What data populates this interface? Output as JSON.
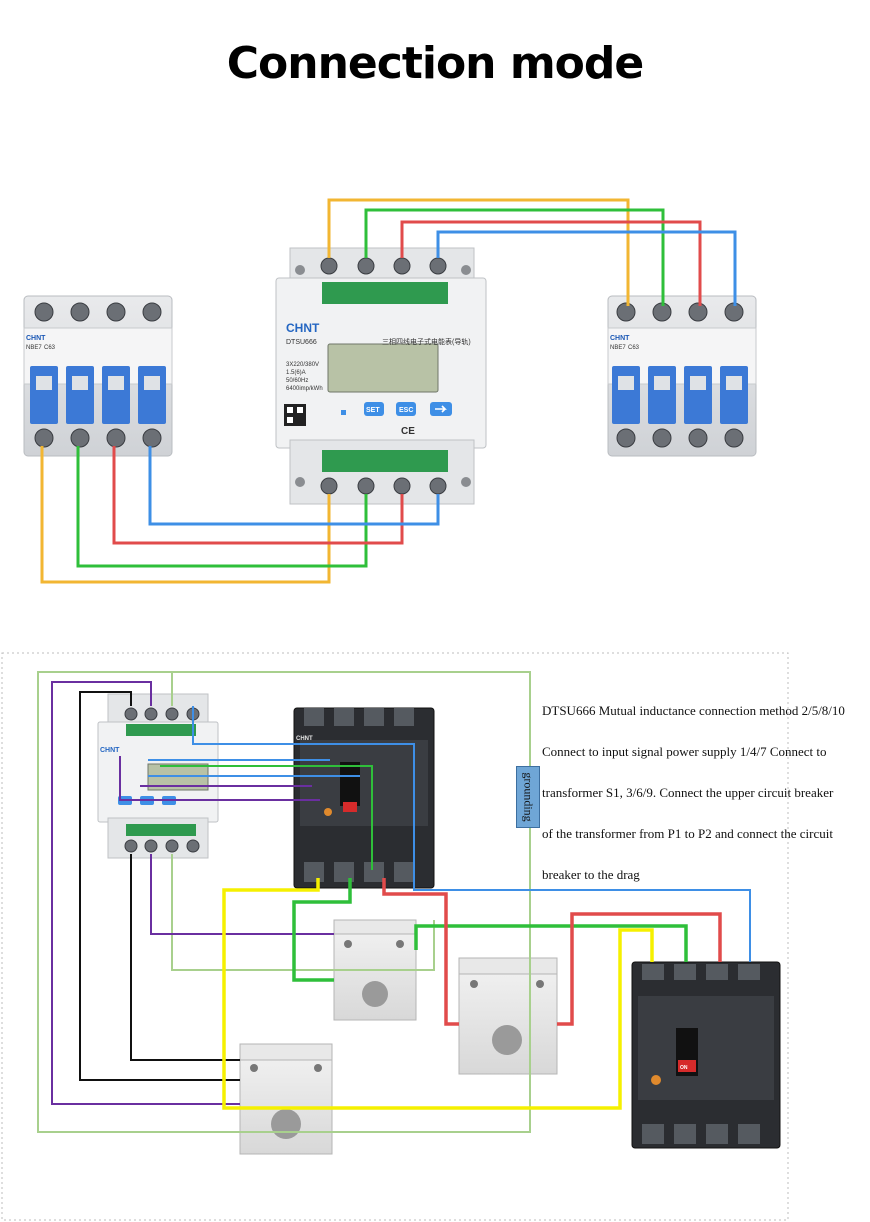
{
  "title": "Connection mode",
  "colors": {
    "yellow_wire": "#f2b632",
    "green_wire": "#2fbf3a",
    "red_wire": "#e14b4b",
    "blue_wire": "#3e8fe6",
    "purple_wire": "#6a2fa0",
    "black_wire": "#111111",
    "lightgreen_wire": "#a8d08d",
    "bright_yellow_wire": "#f5f000",
    "breaker_blue": "#3c79d6"
  },
  "meter": {
    "brand": "CHNT",
    "model": "DTSU666",
    "name_cn": "三相四线电子式电能表(导轨)",
    "specs": [
      "3X220/380V",
      "1.5(6)A",
      "50/60Hz",
      "6400imp/kWh"
    ],
    "buttons": {
      "set": "SET",
      "esc": "ESC"
    },
    "ce": "CE"
  },
  "mcb": {
    "brand": "CHNT",
    "model": "NBE7",
    "rating": "C63"
  },
  "mccb": {
    "brand": "CHNT",
    "on_label": "ON"
  },
  "grounding_label": "grounding",
  "description": [
    "DTSU666 Mutual inductance connection method 2/5/8/10",
    "Connect to input signal power supply 1/4/7 Connect to",
    "transformer S1, 3/6/9. Connect the upper circuit breaker",
    "of the transformer from P1 to P2 and connect the circuit",
    "breaker to the drag"
  ]
}
